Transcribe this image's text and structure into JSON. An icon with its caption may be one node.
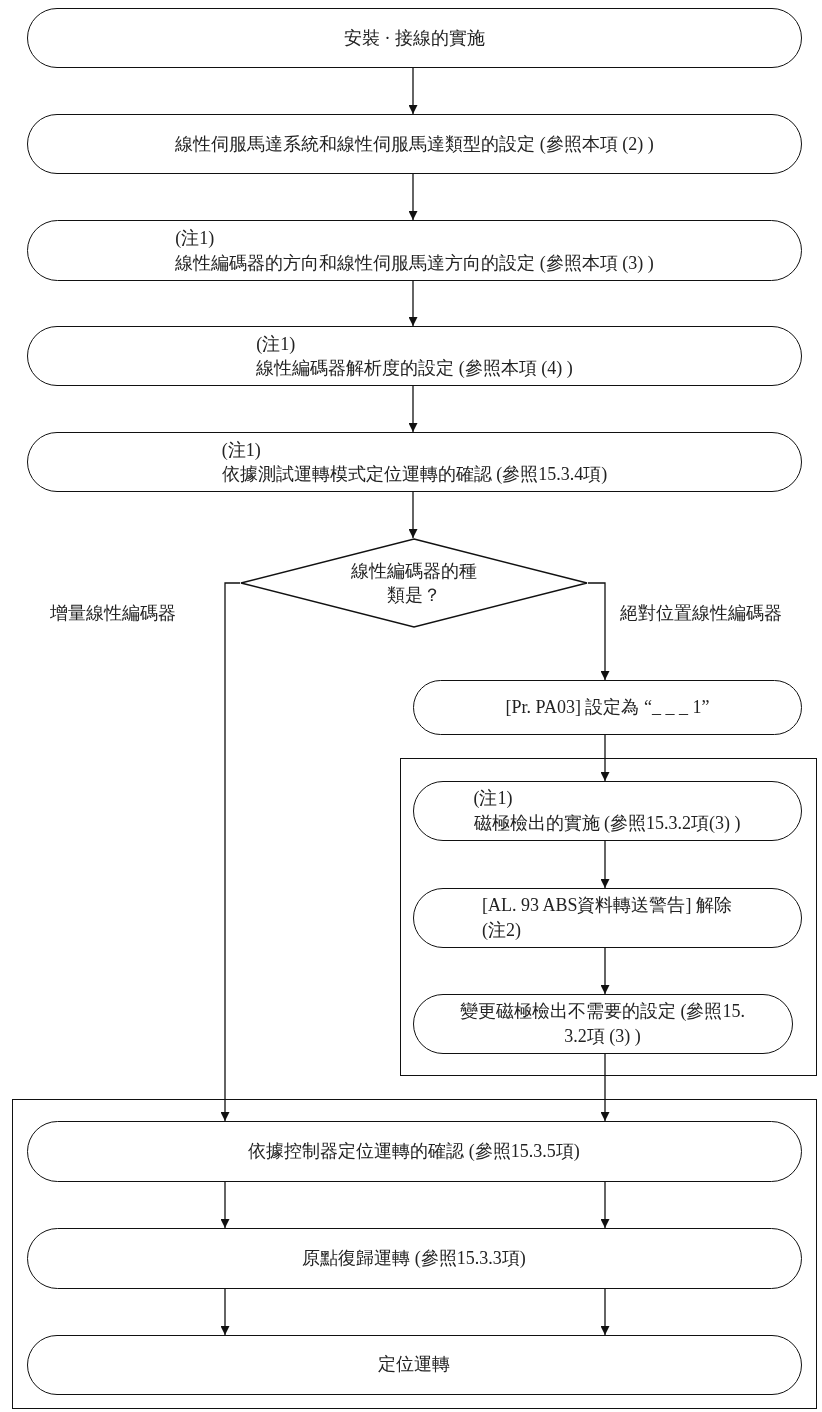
{
  "diagram": {
    "nodes": [
      {
        "text": [
          "安裝 · 接線的實施"
        ]
      },
      {
        "text": [
          "線性伺服馬達系統和線性伺服馬達類型的設定 (參照本項 (2) )"
        ]
      },
      {
        "text": [
          "(注1)",
          "線性編碼器的方向和線性伺服馬達方向的設定 (參照本項 (3) )"
        ]
      },
      {
        "text": [
          "(注1)",
          "線性編碼器解析度的設定 (參照本項 (4) )"
        ]
      },
      {
        "text": [
          "(注1)",
          "依據測試運轉模式定位運轉的確認 (參照15.3.4項)"
        ]
      },
      {
        "text": [
          "線性編碼器的種類是？"
        ]
      },
      {
        "text": [
          "[Pr. PA03] 設定為 “_ _ _ 1”"
        ]
      },
      {
        "text": [],
        "shape": "box"
      },
      {
        "text": [
          "(注1)",
          "磁極檢出的實施 (參照15.3.2項(3) )"
        ],
        "in": 7
      },
      {
        "text": [
          "[AL. 93 ABS資料轉送警告] 解除",
          "(注2)"
        ],
        "in": 7
      },
      {
        "text": [
          "變更磁極檢出不需要的設定 (參照15.3.2項 (3) )"
        ],
        "in": 7
      },
      {
        "text": [],
        "shape": "box"
      },
      {
        "text": [
          "依據控制器定位運轉的確認 (參照15.3.5項)"
        ],
        "in": 11
      },
      {
        "text": [
          "原點復歸運轉 (參照15.3.3項)"
        ],
        "in": 11
      },
      {
        "text": [
          "定位運轉"
        ],
        "in": 11
      }
    ],
    "edges": [
      {
        "from": 0,
        "to": 1,
        "arrow": "to"
      },
      {
        "from": 1,
        "to": 2,
        "arrow": "to"
      },
      {
        "from": 2,
        "to": 3,
        "arrow": "to"
      },
      {
        "from": 3,
        "to": 4,
        "arrow": "to"
      },
      {
        "from": 4,
        "to": 5,
        "arrow": "to"
      },
      {
        "from": 5,
        "to": 6,
        "arrow": "to",
        "label": "絕對位置線性編碼器"
      },
      {
        "from": 5,
        "to": 12,
        "arrow": "to",
        "label": "增量線性編碼器"
      },
      {
        "from": 6,
        "to": 8,
        "arrow": "to"
      },
      {
        "from": 8,
        "to": 9,
        "arrow": "to"
      },
      {
        "from": 9,
        "to": 10,
        "arrow": "to"
      },
      {
        "from": 10,
        "to": 12,
        "arrow": "to"
      },
      {
        "from": 12,
        "to": 13,
        "arrow": "to"
      },
      {
        "from": 12,
        "to": 13,
        "arrow": "to"
      },
      {
        "from": 13,
        "to": 14,
        "arrow": "to"
      },
      {
        "from": 13,
        "to": 14,
        "arrow": "to"
      }
    ]
  }
}
